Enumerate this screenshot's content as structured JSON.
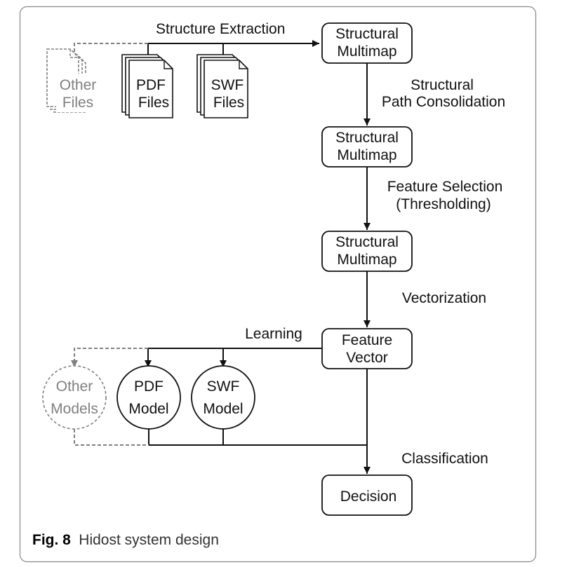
{
  "caption": {
    "label": "Fig. 8",
    "text": "Hidost system design"
  },
  "nodes": {
    "multimap_1": [
      "Structural",
      "Multimap"
    ],
    "multimap_2": [
      "Structural",
      "Multimap"
    ],
    "multimap_3": [
      "Structural",
      "Multimap"
    ],
    "feature_vector": [
      "Feature",
      "Vector"
    ],
    "decision": "Decision"
  },
  "files": {
    "other": [
      "Other",
      "Files"
    ],
    "pdf": [
      "PDF",
      "Files"
    ],
    "swf": [
      "SWF",
      "Files"
    ]
  },
  "models": {
    "other": [
      "Other",
      "Models"
    ],
    "pdf": [
      "PDF",
      "Model"
    ],
    "swf": [
      "SWF",
      "Model"
    ]
  },
  "edges": {
    "structure_extraction": "Structure Extraction",
    "path_consolidation": [
      "Structural",
      "Path Consolidation"
    ],
    "feature_selection": [
      "Feature Selection",
      "(Thresholding)"
    ],
    "vectorization": "Vectorization",
    "learning": "Learning",
    "classification": "Classification"
  },
  "colors": {
    "line": "#111111",
    "inactive": "#808080"
  }
}
